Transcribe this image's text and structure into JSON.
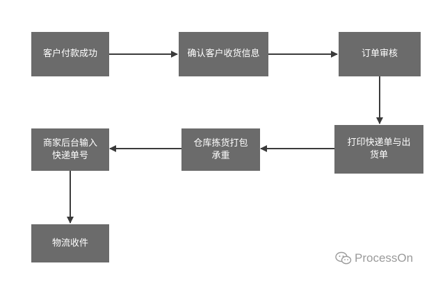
{
  "diagram": {
    "nodes": [
      {
        "id": "pay",
        "label": "客户付款成功"
      },
      {
        "id": "confirm",
        "label": "确认客户收货信息"
      },
      {
        "id": "review",
        "label": "订单审核"
      },
      {
        "id": "print",
        "label": "打印快递单与出\n货单"
      },
      {
        "id": "pack",
        "label": "仓库拣货打包\n承重"
      },
      {
        "id": "input",
        "label": "商家后台输入\n快递单号"
      },
      {
        "id": "ship",
        "label": "物流收件"
      }
    ],
    "edges": [
      {
        "from": "pay",
        "to": "confirm"
      },
      {
        "from": "confirm",
        "to": "review"
      },
      {
        "from": "review",
        "to": "print"
      },
      {
        "from": "print",
        "to": "pack"
      },
      {
        "from": "pack",
        "to": "input"
      },
      {
        "from": "input",
        "to": "ship"
      }
    ],
    "colors": {
      "node_fill": "#6b6b6b",
      "node_text": "#ffffff",
      "edge": "#3a3a3a"
    }
  },
  "watermark": {
    "text": "ProcessOn",
    "icon": "wechat-icon"
  }
}
